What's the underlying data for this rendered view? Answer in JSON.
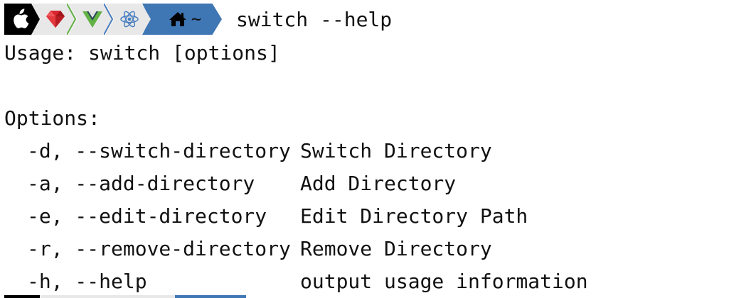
{
  "prompt": {
    "segments": [
      {
        "icon": "apple-icon"
      },
      {
        "icon": "ruby-icon"
      },
      {
        "icon": "vue-icon"
      },
      {
        "icon": "react-icon"
      },
      {
        "icon": "home-icon",
        "text": "~"
      }
    ],
    "command": "switch --help"
  },
  "output": {
    "usage": "Usage: switch [options]",
    "options_header": "Options:",
    "options": [
      {
        "flag": "-d, --switch-directory",
        "description": "Switch Directory"
      },
      {
        "flag": "-a, --add-directory",
        "description": "Add Directory"
      },
      {
        "flag": "-e, --edit-directory",
        "description": "Edit Directory Path"
      },
      {
        "flag": "-r, --remove-directory",
        "description": "Remove Directory"
      },
      {
        "flag": "-h, --help",
        "description": "output usage information"
      }
    ]
  },
  "colors": {
    "apple_bg": "#000000",
    "segment_bg": "#e8e8e8",
    "home_bg": "#3f76b4",
    "ruby": "#d9262e",
    "vue_green": "#62b246",
    "react_blue": "#4b7fc0",
    "text": "#111111"
  }
}
